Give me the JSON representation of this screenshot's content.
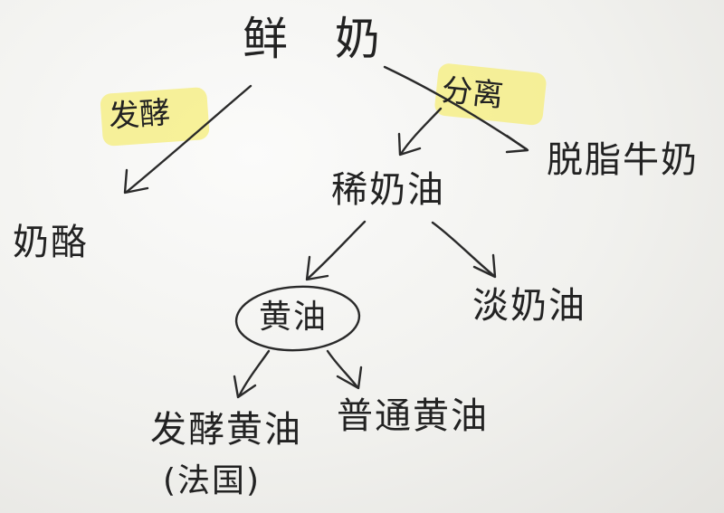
{
  "diagram": {
    "root": "鲜奶",
    "edges": [
      {
        "label": "发酵",
        "from": "鲜奶",
        "to": "奶酪"
      },
      {
        "label": "分离",
        "from": "鲜奶",
        "to": "脱脂牛奶"
      },
      {
        "label": "",
        "from": "鲜奶",
        "to": "稀奶油"
      },
      {
        "label": "",
        "from": "稀奶油",
        "to": "黄油"
      },
      {
        "label": "",
        "from": "稀奶油",
        "to": "淡奶油"
      },
      {
        "label": "",
        "from": "黄油",
        "to": "发酵黄油"
      },
      {
        "label": "",
        "from": "黄油",
        "to": "普通黄油"
      }
    ],
    "nodes": {
      "fresh_milk": "鲜 奶",
      "cheese": "奶酪",
      "skim_milk": "脱脂牛奶",
      "cream": "稀奶油",
      "butter": "黄油",
      "light_cream": "淡奶油",
      "cultured_butter": "发酵黄油",
      "cultured_butter_note": "(法国)",
      "regular_butter": "普通黄油"
    },
    "labels": {
      "ferment": "发酵",
      "separate": "分离"
    },
    "highlight_color": "#f6ee7a",
    "ink_color": "#222222"
  }
}
